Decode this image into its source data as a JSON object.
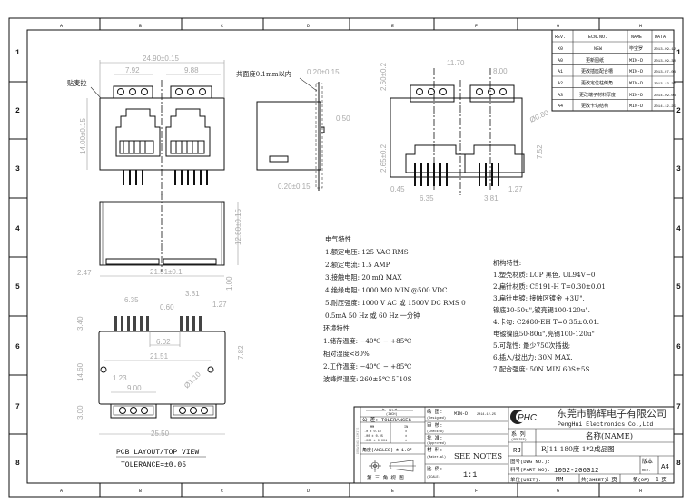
{
  "frame": {
    "columns": [
      "A",
      "B",
      "C",
      "D",
      "E",
      "F",
      "G",
      "H"
    ],
    "rows": [
      "1",
      "2",
      "3",
      "4",
      "5",
      "6",
      "7",
      "8"
    ]
  },
  "revision_table": {
    "headers": [
      "REV.",
      "ECN.NO.",
      "NAME",
      "DATA"
    ],
    "rows": [
      {
        "rev": "X0",
        "ecn": "NEW",
        "name": "毕宝罗",
        "date": "2013-09-12"
      },
      {
        "rev": "A0",
        "ecn": "更新图纸",
        "name": "MIN-D",
        "date": "2013-09-30"
      },
      {
        "rev": "A1",
        "ecn": "更改插座配合槽",
        "name": "MIN-D",
        "date": "2013-07-08"
      },
      {
        "rev": "A2",
        "ecn": "更改定位柱倒角",
        "name": "MIN-D",
        "date": "2013-12-25"
      },
      {
        "rev": "A3",
        "ecn": "更改端子材料厚度",
        "name": "MIN-D",
        "date": "2014-09-03"
      },
      {
        "rev": "A4",
        "ecn": "更改卡勾结构",
        "name": "MIN-D",
        "date": "2014-12-25"
      }
    ]
  },
  "front_view": {
    "label_mylar": "贴麦拉",
    "dim_width": "24.90±0.15",
    "dim_left_pitch": "7.92",
    "dim_right_pitch": "9.88",
    "dim_height": "14.00±0.15"
  },
  "side_view": {
    "coplanarity": "共面度0.1mm以内",
    "dim_top": "0.20±0.15",
    "dim_mid": "0.50",
    "dim_bottom": "0.20±0.15"
  },
  "rear_view": {
    "dim_11_70": "11.70",
    "dim_8_00": "8.00",
    "dim_2_60": "2.60±0.2",
    "dim_2_65": "2.65±0.2",
    "dim_hole": "Ø0.80",
    "dim_7_52": "7.52",
    "dim_0_45": "0.45",
    "dim_6_35": "6.35",
    "dim_3_81": "3.81",
    "dim_1_27": "1.27"
  },
  "bottom_view": {
    "dim_height": "12.80±0.15",
    "dim_2_47": "2.47",
    "dim_width": "21.51±0.1",
    "dim_1_00": "1.00"
  },
  "pcb_layout": {
    "dim_6_35": "6.35",
    "dim_0_60": "0.60",
    "dim_3_81": "3.81",
    "dim_1_27": "1.27",
    "dim_3_40": "3.40",
    "dim_14_60": "14.60",
    "dim_3_00": "3.00",
    "dim_6_02": "6.02",
    "dim_7_82": "7.82",
    "dim_21_51": "21.51",
    "dim_1_23": "1.23",
    "dim_9_00": "9.00",
    "dim_hole": "Ø1.10",
    "dim_25_50": "25.50",
    "title": "PCB LAYOUT/TOP VIEW",
    "tolerance": "TOLERANCE=±0.05"
  },
  "notes": {
    "electrical_title": "电气特性",
    "electrical": [
      "1.额定电压: 125 VAC RMS",
      "2.额定电流: 1.5 AMP",
      "3.接触电阻: 20 mΩ  MAX",
      "4.绝缘电阻: 1000 MΩ  MIN.@500 VDC",
      "5.耐压强度: 1000 V AC 或 1500V DC RMS 0",
      "   0.5mA 50 Hz 或 60 Hz 一分钟"
    ],
    "environment_title": "环境特性",
    "environment": [
      "1.储存温度: −40℃ − +85℃",
      "  相对湿度<80%",
      "2.工作温度: −40℃ − +85℃",
      "波峰焊温度: 260±5℃ 5¯10S"
    ],
    "mechanical_title": "机构特性:",
    "mechanical": [
      "1.塑壳材质: LCP 黑色, UL94V−0",
      "2.扁针材质: C5191-H T=0.30±0.01",
      "3.扁针电镀: 接触区镀金 +3U\",",
      "  镍底30-50u\",镀亮锡100-120u\".",
      "4.卡勾: C2680-EH T=0.35±0.01.",
      "   电镀镍底50-80u\",亮锡100-120u\"",
      "5.可靠性: 最少750次插拔;",
      "6.插入/拔出力:  30N MAX.",
      "7.配合强度:  50N MIN 60S±5S."
    ]
  },
  "title_block": {
    "units_header": "MM",
    "units_sub": "(INCH)",
    "tolerances_label": "公 差: TOLERANCES",
    "tol_col1": "MM",
    "tol_col2": "IN",
    "tol_rows": [
      ".0 ± 0.10",
      ".00 ± 0.05",
      ".000 ± 0.001"
    ],
    "tol_plus": "±",
    "angles": "角度(ANGLES) ± 1.0°",
    "projection": "第 三 角 视 图",
    "side_text": "DRAWING LIMITS",
    "designed_label": "绘  图:",
    "designed_sub": "(Designed)",
    "designed_by": "MIN-D",
    "designed_date": "2014-12-25",
    "checked_label": "审  核:",
    "checked_sub": "(Checked)",
    "approved_label": "批  准:",
    "approved_sub": "(Approved)",
    "material_label": "材  料:",
    "material_sub": "(Material)",
    "material_value": "SEE NOTES",
    "scale_label": "比  例:",
    "scale_sub": "(SCALE)",
    "scale_value": "1:1",
    "logo": "PHC",
    "company_cn": "东莞市鹏辉电子有限公司",
    "company_en": "PengHui Electronics Co.,Ltd",
    "series_label": "系  列",
    "series_sub": "(SERIES)",
    "name_label": "名称(NAME)",
    "series_value": "RJ",
    "name_value": "RJ11 180度 1*2成品图",
    "dwg_no_label": "图号(DWG NO.):",
    "part_no_label": "料号(PART NO):",
    "part_no": "1052-206012",
    "rev_label": "版本",
    "rev_sub": "REV.",
    "rev_value": "A4",
    "unit_label": "单位(UNIT):",
    "unit_value": "MM",
    "sheet_label": "共(SHEET)",
    "sheet_value": "1 页",
    "of_label": "第(OF)",
    "of_value": "1 页"
  }
}
